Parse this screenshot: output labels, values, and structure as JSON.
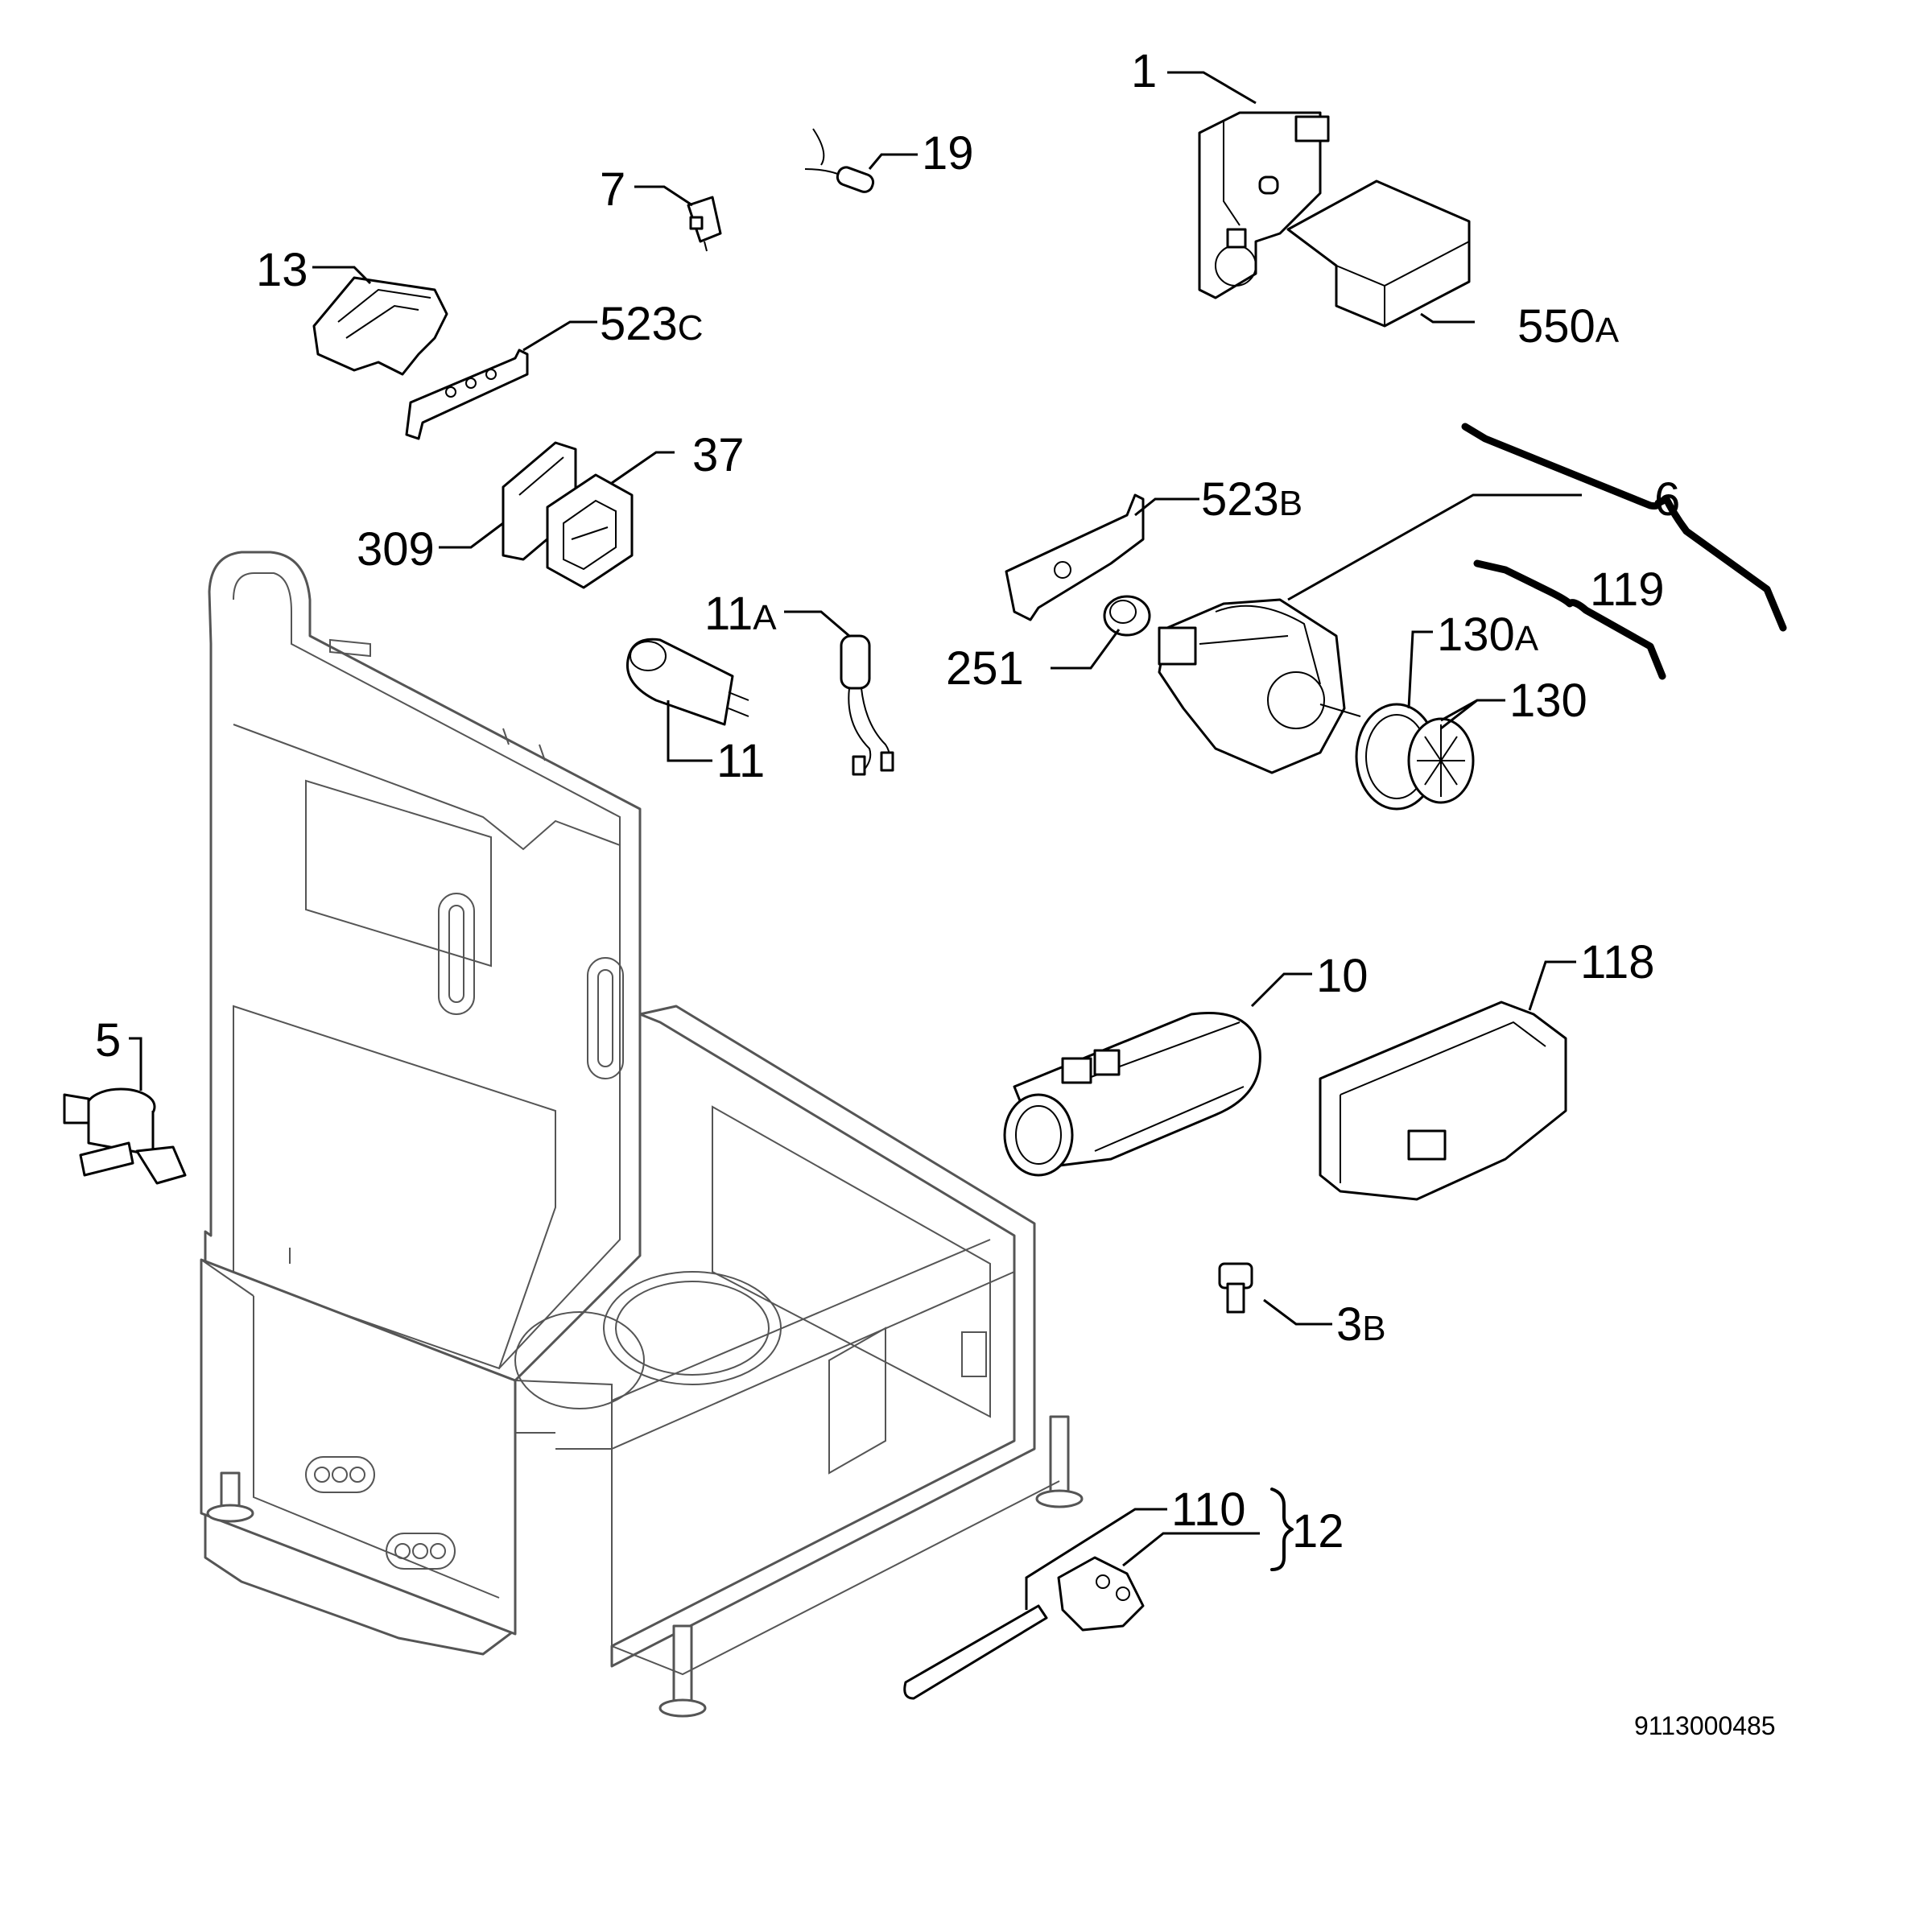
{
  "diagram": {
    "drawing_number": "9113000485",
    "labels": {
      "p1": {
        "num": "1",
        "suf": ""
      },
      "p19": {
        "num": "19",
        "suf": ""
      },
      "p7": {
        "num": "7",
        "suf": ""
      },
      "p13": {
        "num": "13",
        "suf": ""
      },
      "p523c": {
        "num": "523",
        "suf": "C"
      },
      "p550a": {
        "num": "550",
        "suf": "A"
      },
      "p37": {
        "num": "37",
        "suf": ""
      },
      "p309": {
        "num": "309",
        "suf": ""
      },
      "p523b": {
        "num": "523",
        "suf": "B"
      },
      "p6": {
        "num": "6",
        "suf": ""
      },
      "p119": {
        "num": "119",
        "suf": ""
      },
      "p11a": {
        "num": "11",
        "suf": "A"
      },
      "p251": {
        "num": "251",
        "suf": ""
      },
      "p130a": {
        "num": "130",
        "suf": "A"
      },
      "p130": {
        "num": "130",
        "suf": ""
      },
      "p11": {
        "num": "11",
        "suf": ""
      },
      "p10": {
        "num": "10",
        "suf": ""
      },
      "p118": {
        "num": "118",
        "suf": ""
      },
      "p5": {
        "num": "5",
        "suf": ""
      },
      "p3b": {
        "num": "3",
        "suf": "B"
      },
      "p110": {
        "num": "110",
        "suf": ""
      },
      "p12": {
        "num": "12",
        "suf": ""
      }
    }
  }
}
